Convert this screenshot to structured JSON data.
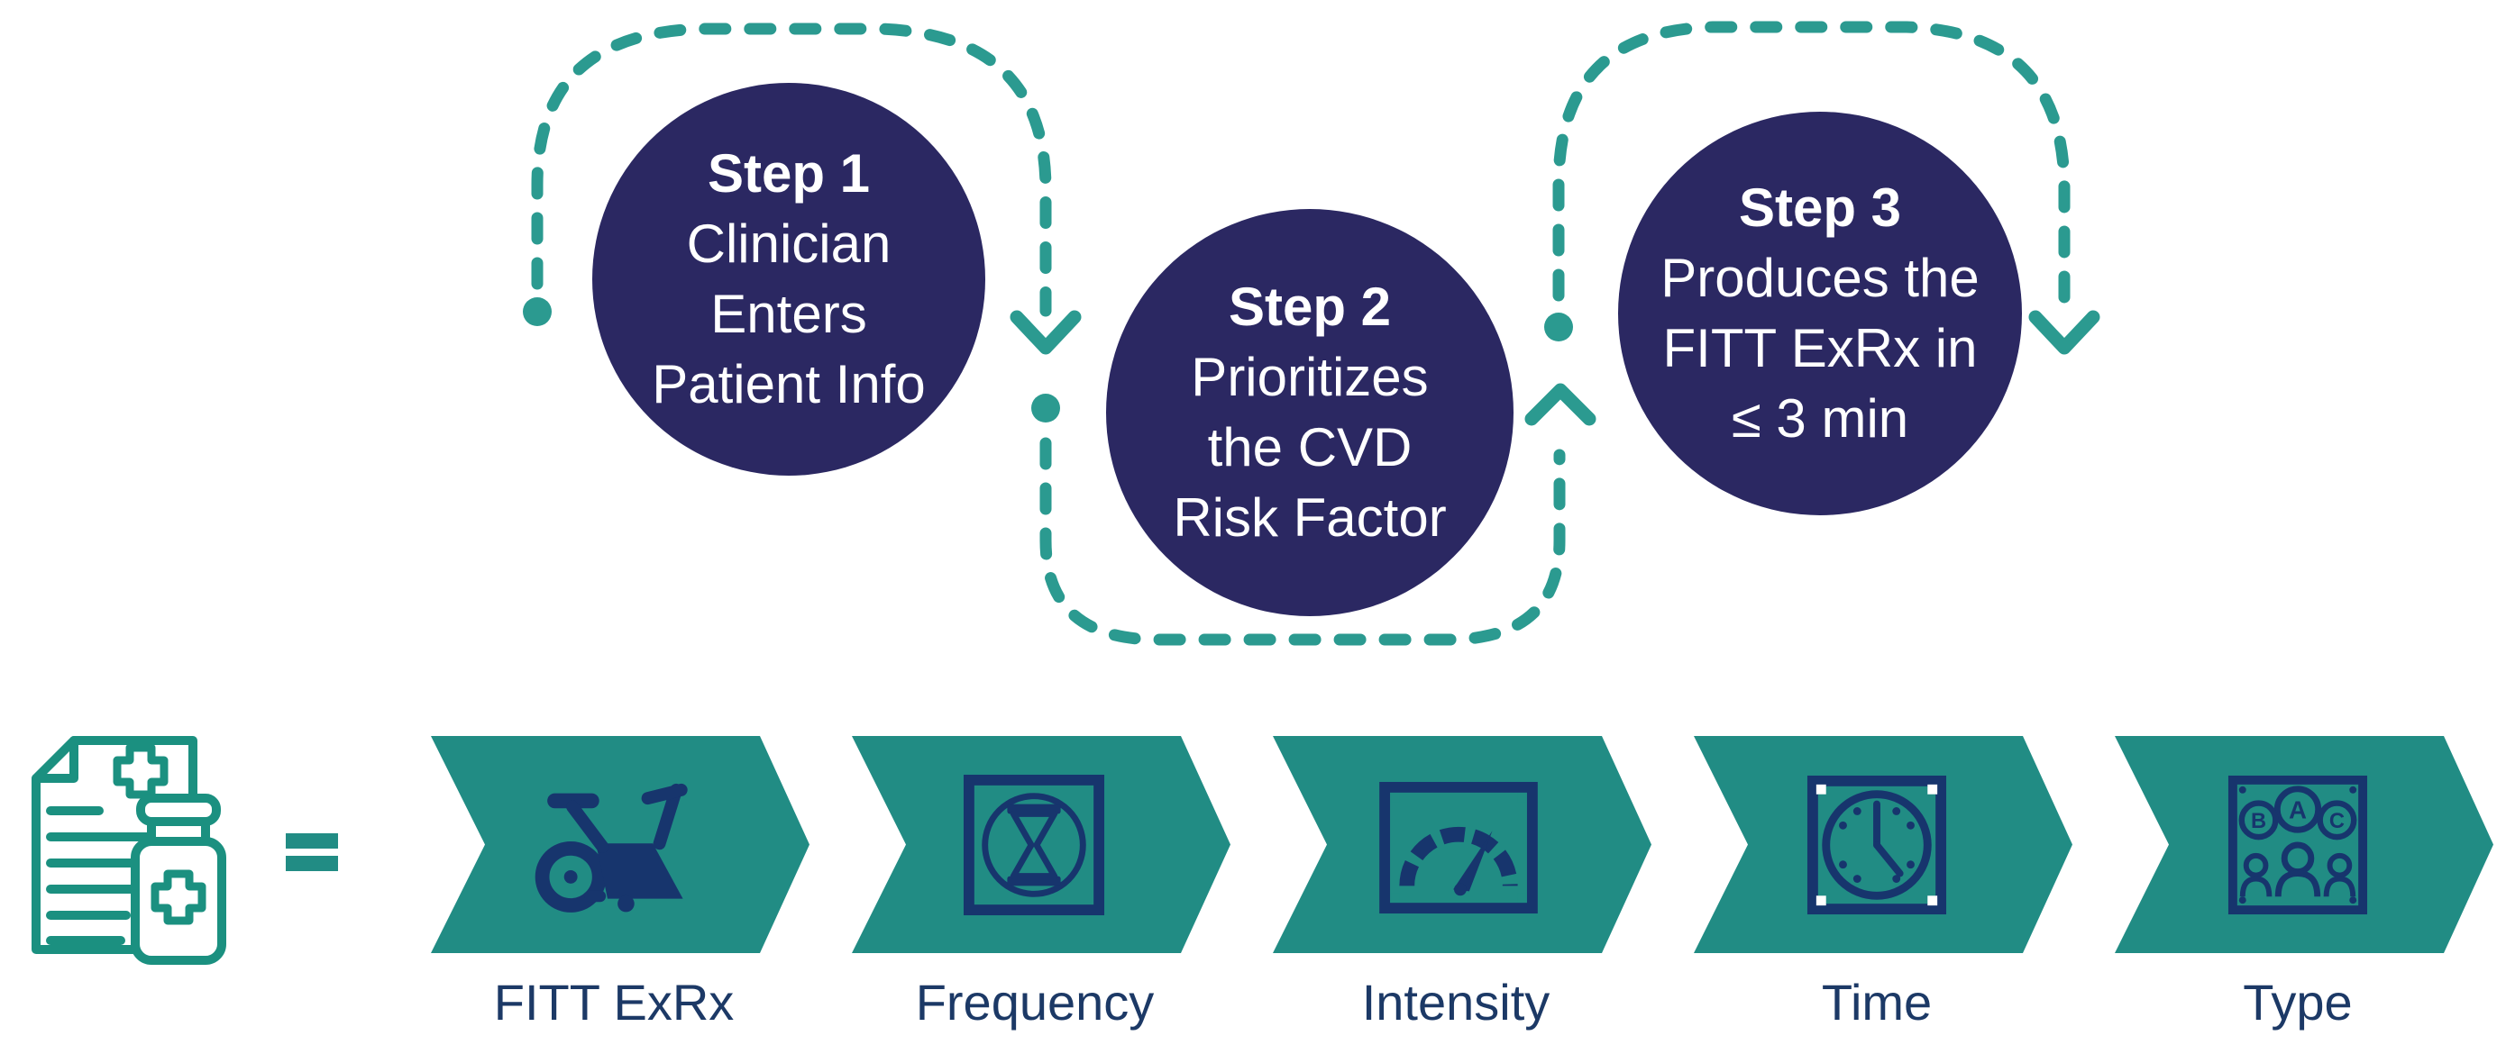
{
  "colors": {
    "background": "#FFFFFF",
    "circle_navy": "#2B2862",
    "icon_navy": "#17356D",
    "label_navy": "#1C3966",
    "arrow_teal": "#218C84",
    "dotted_teal": "#2B9A90",
    "outline_teal": "#1B9080",
    "step_text": "#FFFFFF"
  },
  "process": {
    "steps": [
      {
        "name": "Step 1",
        "lines": [
          "Clinician",
          "Enters",
          "Patient Info"
        ]
      },
      {
        "name": "Step 2",
        "lines": [
          "Prioritizes",
          "the CVD",
          "Risk Factor"
        ]
      },
      {
        "name": "Step 3",
        "lines": [
          "Produces the",
          "FITT ExRx in",
          "≤ 3 min"
        ]
      }
    ]
  },
  "equation": {
    "symbol": "=",
    "source_icon": "medical-document-and-pill-bottle-icon"
  },
  "fitt_chain": {
    "items": [
      {
        "label": "FITT ExRx",
        "icon": "exercise-bike-icon"
      },
      {
        "label": "Frequency",
        "icon": "hourglass-icon"
      },
      {
        "label": "Intensity",
        "icon": "gauge-icon"
      },
      {
        "label": "Time",
        "icon": "clock-icon"
      },
      {
        "label": "Type",
        "icon": "activity-type-icon",
        "letters": [
          "B",
          "A",
          "C"
        ]
      }
    ]
  }
}
